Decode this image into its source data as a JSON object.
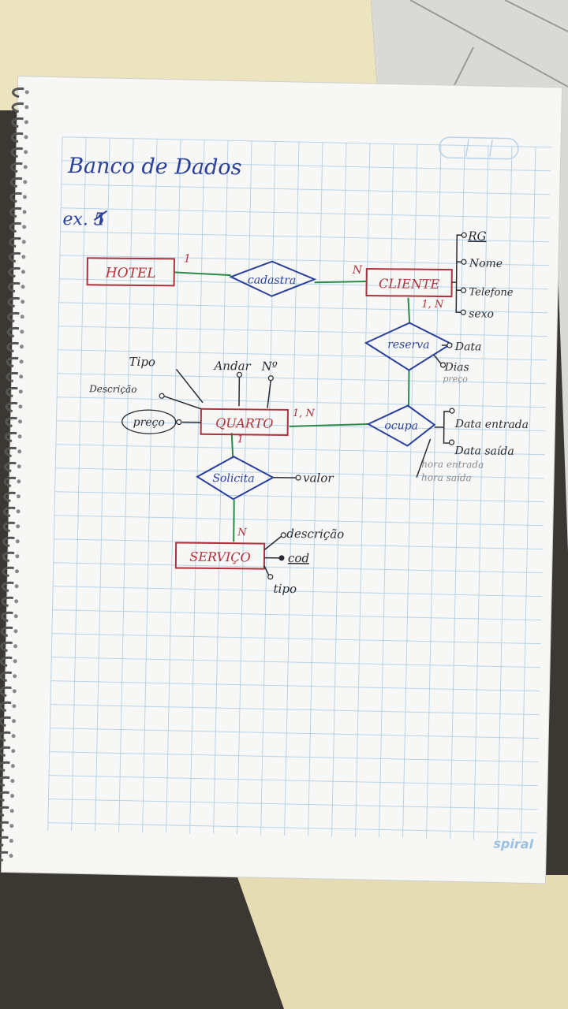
{
  "title": "Banco de Dados",
  "exercise": "ex. 5",
  "exercise_strike": "1",
  "entities": {
    "hotel": "HOTEL",
    "cliente": "CLIENTE",
    "quarto": "QUARTO",
    "servico": "SERVIÇO"
  },
  "relationships": {
    "cadastra": "cadastra",
    "reserva": "reserva",
    "ocupa": "ocupa",
    "solicita": "Solicita"
  },
  "cardinalities": {
    "hotel_cadastra": "1",
    "cadastra_cliente": "N",
    "cliente_reserva": "1, N",
    "quarto_ocupa": "1, N",
    "quarto_solicita": "1",
    "solicita_servico": "N"
  },
  "attributes": {
    "cliente": [
      "RG",
      "Nome",
      "Telefone",
      "sexo"
    ],
    "reserva": [
      "Data",
      "Dias",
      "preço"
    ],
    "quarto": [
      "Tipo",
      "Andar",
      "Nº",
      "Descrição",
      "preço"
    ],
    "ocupa": [
      "Data entrada",
      "Data saída",
      "hora entrada",
      "hora saída"
    ],
    "solicita": [
      "valor"
    ],
    "servico": [
      "descrição",
      "cod",
      "tipo"
    ]
  },
  "brand": "spiral",
  "colors": {
    "entity": "#b0303c",
    "relationship": "#2a3f9c",
    "link": "#2a8a4a",
    "attribute": "#2a2a30",
    "title": "#2a3f9c",
    "grid": "#b8d2e8"
  }
}
